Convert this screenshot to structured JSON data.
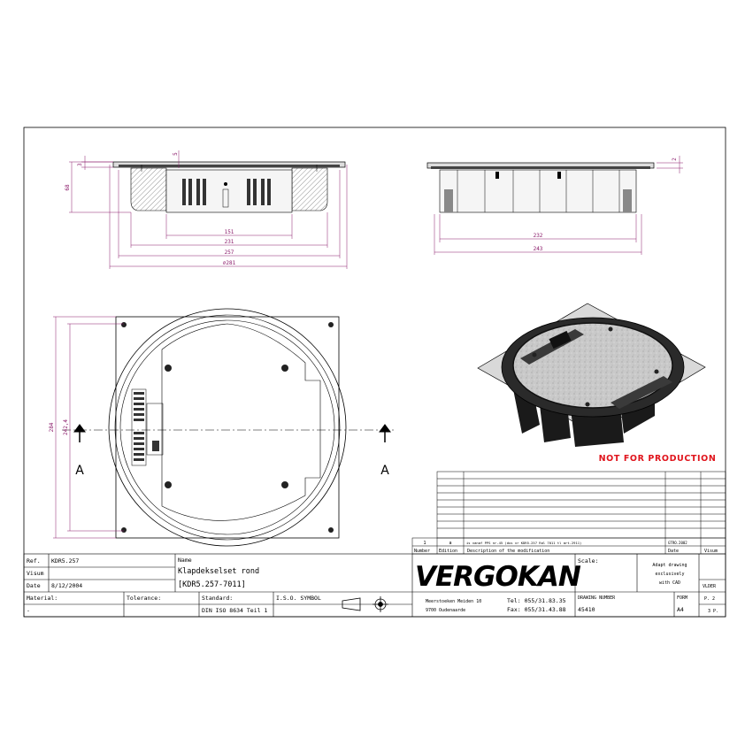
{
  "dimensions": {
    "front_width_inner": "151",
    "front_width_mid": "231",
    "front_width_outer": "257",
    "front_width_total": "∅281",
    "front_height": "68",
    "front_top": "5",
    "front_flange": "3",
    "side_width_inner": "232",
    "side_width_outer": "243",
    "side_flange": "2",
    "plan_height_outer": "284",
    "plan_height_inner": "242,4"
  },
  "section_marks": {
    "left": "A",
    "right": "A"
  },
  "warning": "NOT FOR PRODUCTION",
  "revision": {
    "rev_number": "1",
    "rev_edition": "a",
    "rev_text": "is vanaf PPS nr.45 (dus vr KDR5.257 Ral 7011 tl art.2911)",
    "rev_author": "GTRO.2002",
    "header_number": "Number",
    "header_edition": "Edition",
    "header_description": "Description of the modification",
    "header_date": "Date",
    "header_visum": "Visum"
  },
  "title_block": {
    "ref_label": "Ref.",
    "ref_value": "KDR5.257",
    "visum_label": "Visum",
    "date_label": "Date",
    "date_value": "8/12/2004",
    "name_label": "Name",
    "name_line1": "Klapdekselset rond",
    "name_line2": "[KDR5.257-7011]",
    "material_label": "Material:",
    "material_value": "-",
    "tolerance_label": "Tolerance:",
    "standard_label": "Standard:",
    "standard_value": "DIN ISO 8634 Teil 1",
    "iso_label": "I.S.O. SYMBOL",
    "company_logo": "VERGOKAN",
    "address_line1": "Meerstoeken Meiden 10",
    "address_line2": "9700 Oudenaarde",
    "tel": "Tel: 055/31.83.35",
    "fax": "Fax: 055/31.43.88",
    "scale_label": "Scale:",
    "note_line1": "Adapt drawing",
    "note_line2": "exclusively",
    "note_line3": "with CAD",
    "drawing_number_label": "DRAWING NUMBER",
    "drawing_number_value": "45410",
    "form_label": "FORM",
    "form_value": "A4",
    "sheet_label": "VLDER",
    "page_label": "P. 2",
    "pages_label": "3 P."
  }
}
